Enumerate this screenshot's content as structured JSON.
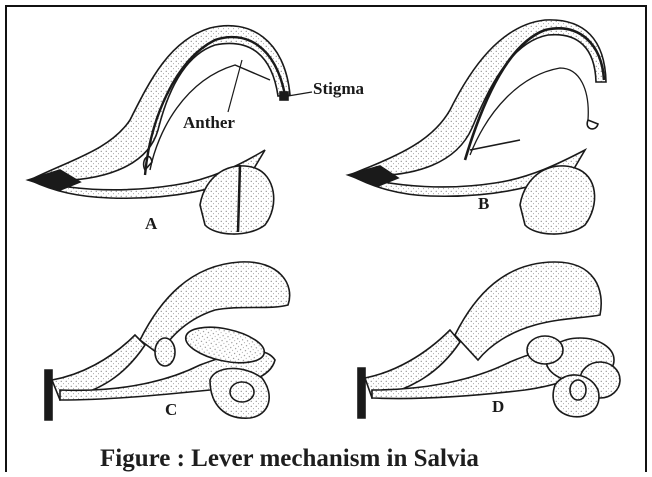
{
  "caption": "Figure : Lever mechanism in Salvia",
  "panels": {
    "a": {
      "letter": "A"
    },
    "b": {
      "letter": "B"
    },
    "c": {
      "letter": "C"
    },
    "d": {
      "letter": "D"
    }
  },
  "labels": {
    "stigma": "Stigma",
    "anther": "Anther"
  },
  "colors": {
    "ink": "#1a1a1a",
    "stipple": "#d9d9d9",
    "background": "#ffffff"
  }
}
